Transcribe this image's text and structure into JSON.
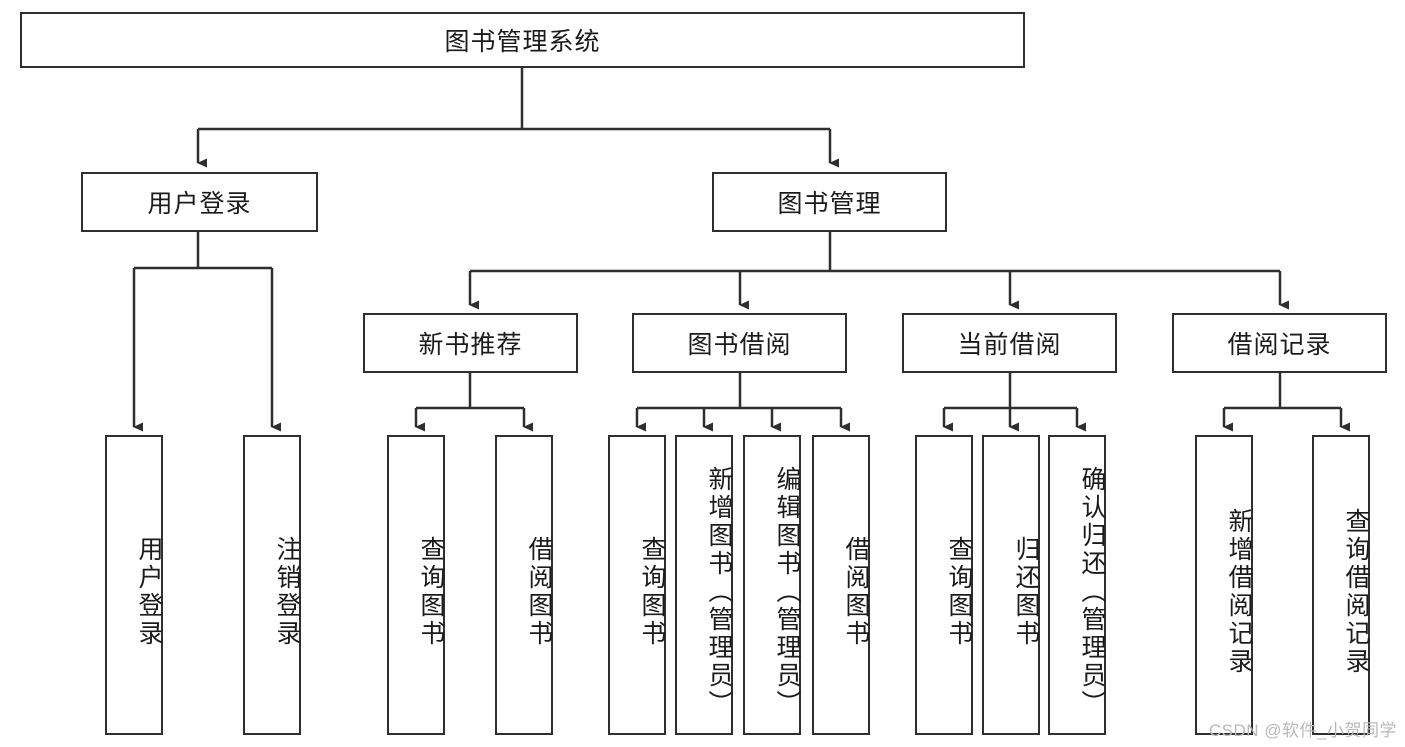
{
  "diagram": {
    "type": "tree-hierarchy-diagram",
    "title": "图书管理系统",
    "watermark": "CSDN @软件_小贺同学",
    "colors": {
      "stroke": "#2f2f2f",
      "fill": "#ffffff",
      "text": "#1b1b1b",
      "watermark": "#b9b9b9"
    },
    "nodes": {
      "root": {
        "label": "图书管理系统"
      },
      "level2": [
        {
          "id": "user-login",
          "label": "用户登录"
        },
        {
          "id": "book-management",
          "label": "图书管理"
        }
      ],
      "level3": [
        {
          "id": "new-book-recommend",
          "label": "新书推荐"
        },
        {
          "id": "book-borrow",
          "label": "图书借阅"
        },
        {
          "id": "current-borrow",
          "label": "当前借阅"
        },
        {
          "id": "borrow-record",
          "label": "借阅记录"
        }
      ],
      "leaves": {
        "user-login": [
          {
            "id": "leaf-user-login",
            "label": "用户登录"
          },
          {
            "id": "leaf-logout-login",
            "label": "注销登录"
          }
        ],
        "new-book-recommend": [
          {
            "id": "leaf-query-book-1",
            "label": "查询图书"
          },
          {
            "id": "leaf-borrow-book-1",
            "label": "借阅图书"
          }
        ],
        "book-borrow": [
          {
            "id": "leaf-query-book-2",
            "label": "查询图书"
          },
          {
            "id": "leaf-add-book",
            "label": "新增图书（管理员）"
          },
          {
            "id": "leaf-edit-book",
            "label": "编辑图书（管理员）"
          },
          {
            "id": "leaf-borrow-book-2",
            "label": "借阅图书"
          }
        ],
        "current-borrow": [
          {
            "id": "leaf-query-book-3",
            "label": "查询图书"
          },
          {
            "id": "leaf-return-book",
            "label": "归还图书"
          },
          {
            "id": "leaf-confirm-return",
            "label": "确认归还（管理员）"
          }
        ],
        "borrow-record": [
          {
            "id": "leaf-add-record",
            "label": "新增借阅记录"
          },
          {
            "id": "leaf-query-record",
            "label": "查询借阅记录"
          }
        ]
      }
    }
  }
}
